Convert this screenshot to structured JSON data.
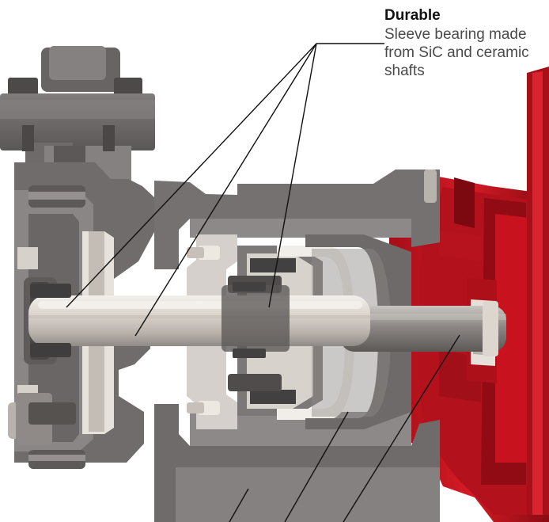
{
  "callout": {
    "title": "Durable",
    "text": "Sleeve bearing made from SiC and ceramic shafts"
  },
  "colors": {
    "background": "#ffffff",
    "housing_dark": "#5d5a59",
    "housing_mid": "#7a7676",
    "housing_light": "#9c9897",
    "shaft_light": "#d9d4ce",
    "motor_red": "#c8131f",
    "motor_red_dark": "#8f0c14",
    "leader_line": "#111111"
  },
  "icons": {
    "cutaway": "pump-cross-section-illustration"
  }
}
